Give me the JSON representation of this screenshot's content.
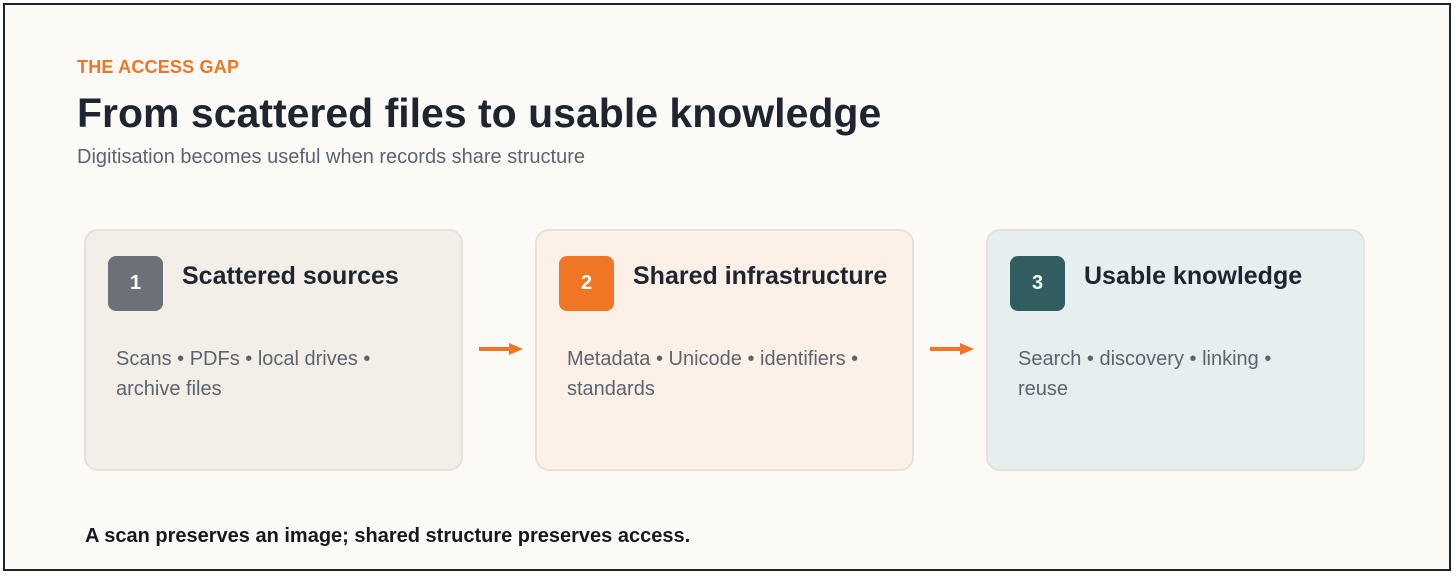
{
  "header": {
    "eyebrow": "THE ACCESS GAP",
    "title": "From scattered files to usable knowledge",
    "subtitle": "Digitisation becomes useful when records share structure"
  },
  "steps": [
    {
      "number": "1",
      "title": "Scattered sources",
      "description": "Scans • PDFs • local drives • archive files",
      "badge_color": "#6b7079",
      "card_color": "#f3efe8"
    },
    {
      "number": "2",
      "title": "Shared infrastructure",
      "description": "Metadata • Unicode • identifiers • standards",
      "badge_color": "#f07524",
      "card_color": "#fdf0e6"
    },
    {
      "number": "3",
      "title": "Usable knowledge",
      "description": "Search • discovery • linking • reuse",
      "badge_color": "#2f5d60",
      "card_color": "#e6eeef"
    }
  ],
  "arrow_color": "#f07524",
  "footer": {
    "note": "A scan preserves an image; shared structure preserves access."
  }
}
